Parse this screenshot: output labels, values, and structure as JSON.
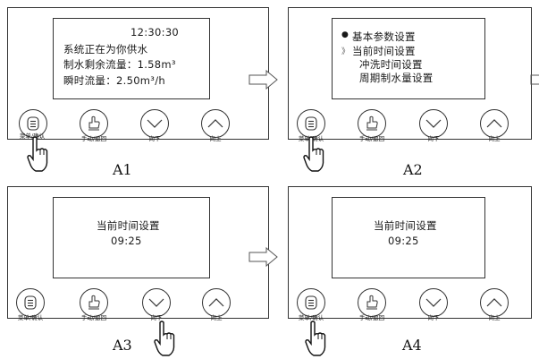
{
  "buttons": {
    "menu": "菜单/确认",
    "manual": "手动/返回",
    "down": "向下",
    "up": "向上"
  },
  "panels": {
    "a1": {
      "caption": "A1",
      "time": "12:30:30",
      "line1": "系统正在为你供水",
      "line2": "制水剩余流量：1.58m³",
      "line3": "瞬时流量：2.50m³/h"
    },
    "a2": {
      "caption": "A2",
      "item1": "基本参数设置",
      "item2": "当前时间设置",
      "item3": "冲洗时间设置",
      "item4": "周期制水量设置"
    },
    "a3": {
      "caption": "A3",
      "title": "当前时间设置",
      "time": "09:25"
    },
    "a4": {
      "caption": "A4",
      "title": "当前时间设置",
      "time": "09:25"
    }
  }
}
